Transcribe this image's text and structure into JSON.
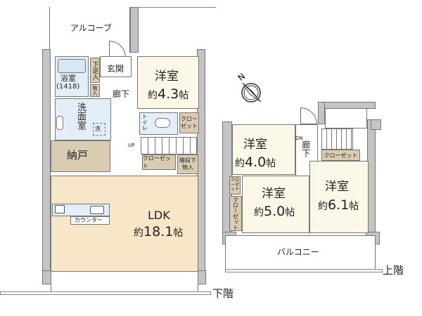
{
  "colors": {
    "wall": "#c4c4c4",
    "western_room": "#fbf8e7",
    "ldk": "#f8e6c8",
    "wet_area": "#e2eef8",
    "storage": "#d9ccb0",
    "white": "#ffffff"
  },
  "lower_floor": {
    "alcove": "アルコーブ",
    "entrance": "玄関",
    "shoe_storage": "下足入",
    "storage_small": "物入",
    "bathroom": "浴室",
    "bathroom_size": "(1418)",
    "hallway": "廊下",
    "washroom": "洗面室",
    "washer": "洗",
    "toilet": "トイレ",
    "storeroom": "納戸",
    "stairs_up": "UP",
    "closet_1": "クローゼット",
    "closet_2": "クローゼット",
    "under_stairs_storage": "階段下物入",
    "western_room": {
      "name": "洋室",
      "prefix": "約",
      "size": "4.3",
      "unit": "帖"
    },
    "ldk": {
      "name": "LDK",
      "prefix": "約",
      "size": "18.1",
      "unit": "帖"
    },
    "counter": "カウンター",
    "floor_label": "下階"
  },
  "upper_floor": {
    "hallway": "廊下",
    "stairs_down": "DN",
    "closet_hall": "クローゼット",
    "closet_small": "クローゼット",
    "closet_tall": "クローゼット",
    "room_a": {
      "name": "洋室",
      "prefix": "約",
      "size": "4.0",
      "unit": "帖"
    },
    "room_b": {
      "name": "洋室",
      "prefix": "約",
      "size": "5.0",
      "unit": "帖"
    },
    "room_c": {
      "name": "洋室",
      "prefix": "約",
      "size": "6.1",
      "unit": "帖"
    },
    "balcony": "バルコニー",
    "floor_label": "上階"
  },
  "compass": {
    "label": "N",
    "icon": "compass-north-icon"
  }
}
